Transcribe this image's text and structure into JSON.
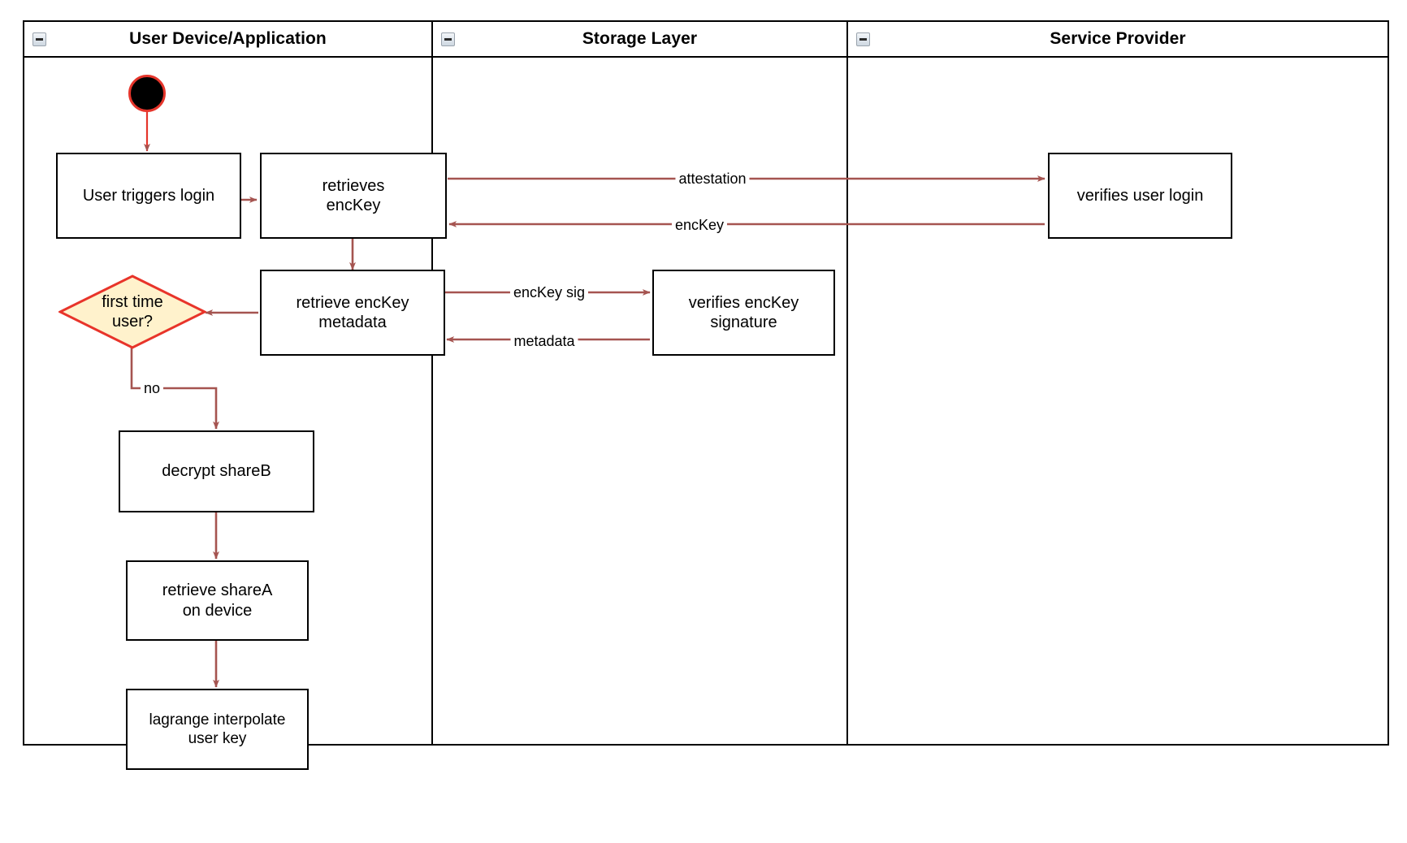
{
  "diagram": {
    "type": "swimlane-activity-diagram",
    "colors": {
      "edge": "#a55450",
      "start_node_fill": "#000000",
      "start_node_ring": "#e5352b",
      "decision_fill": "#fff2cc",
      "decision_stroke": "#e8342a",
      "node_stroke": "#000000",
      "lane_stroke": "#000000",
      "background": "#ffffff"
    },
    "lanes": [
      {
        "id": "user-device",
        "title": "User Device/Application",
        "collapse_icon": "minus-box-icon"
      },
      {
        "id": "storage-layer",
        "title": "Storage Layer",
        "collapse_icon": "minus-box-icon"
      },
      {
        "id": "service-provider",
        "title": "Service Provider",
        "collapse_icon": "minus-box-icon"
      }
    ],
    "nodes": [
      {
        "id": "start",
        "lane": "user-device",
        "shape": "initial-node",
        "label": ""
      },
      {
        "id": "user-triggers-login",
        "lane": "user-device",
        "shape": "activity",
        "label": "User triggers login"
      },
      {
        "id": "retrieves-enckey",
        "lane": "user-device",
        "shape": "activity",
        "label": "retrieves\nencKey"
      },
      {
        "id": "retrieve-enckey-metadata",
        "lane": "user-device",
        "shape": "activity",
        "label": "retrieve encKey\nmetadata"
      },
      {
        "id": "first-time-user",
        "lane": "user-device",
        "shape": "decision",
        "label": "first time\nuser?"
      },
      {
        "id": "decrypt-shareb",
        "lane": "user-device",
        "shape": "activity",
        "label": "decrypt shareB"
      },
      {
        "id": "retrieve-sharea-on-device",
        "lane": "user-device",
        "shape": "activity",
        "label": "retrieve shareA\non device"
      },
      {
        "id": "lagrange-interpolate-user-key",
        "lane": "user-device",
        "shape": "activity",
        "label": "lagrange interpolate\nuser key"
      },
      {
        "id": "verifies-enckey-signature",
        "lane": "storage-layer",
        "shape": "activity",
        "label": "verifies encKey\nsignature"
      },
      {
        "id": "verifies-user-login",
        "lane": "service-provider",
        "shape": "activity",
        "label": "verifies user login"
      }
    ],
    "edges": [
      {
        "id": "start-to-login",
        "from": "start",
        "to": "user-triggers-login",
        "label": ""
      },
      {
        "id": "login-to-retrieves",
        "from": "user-triggers-login",
        "to": "retrieves-enckey",
        "label": ""
      },
      {
        "id": "retrieves-to-verifies-login",
        "from": "retrieves-enckey",
        "to": "verifies-user-login",
        "label": "attestation"
      },
      {
        "id": "verifies-login-to-retrieves",
        "from": "verifies-user-login",
        "to": "retrieves-enckey",
        "label": "encKey"
      },
      {
        "id": "retrieves-to-metadata",
        "from": "retrieves-enckey",
        "to": "retrieve-enckey-metadata",
        "label": ""
      },
      {
        "id": "metadata-to-verifies-sig",
        "from": "retrieve-enckey-metadata",
        "to": "verifies-enckey-signature",
        "label": "encKey sig"
      },
      {
        "id": "verifies-sig-to-metadata",
        "from": "verifies-enckey-signature",
        "to": "retrieve-enckey-metadata",
        "label": "metadata"
      },
      {
        "id": "metadata-to-decision",
        "from": "retrieve-enckey-metadata",
        "to": "first-time-user",
        "label": ""
      },
      {
        "id": "decision-to-decrypt",
        "from": "first-time-user",
        "to": "decrypt-shareb",
        "label": "no"
      },
      {
        "id": "decrypt-to-retrieve-sharea",
        "from": "decrypt-shareb",
        "to": "retrieve-sharea-on-device",
        "label": ""
      },
      {
        "id": "retrieve-sharea-to-lagrange",
        "from": "retrieve-sharea-on-device",
        "to": "lagrange-interpolate-user-key",
        "label": ""
      }
    ],
    "edge_labels": {
      "attestation": "attestation",
      "enckey": "encKey",
      "enckey_sig": "encKey sig",
      "metadata": "metadata",
      "no": "no"
    }
  }
}
